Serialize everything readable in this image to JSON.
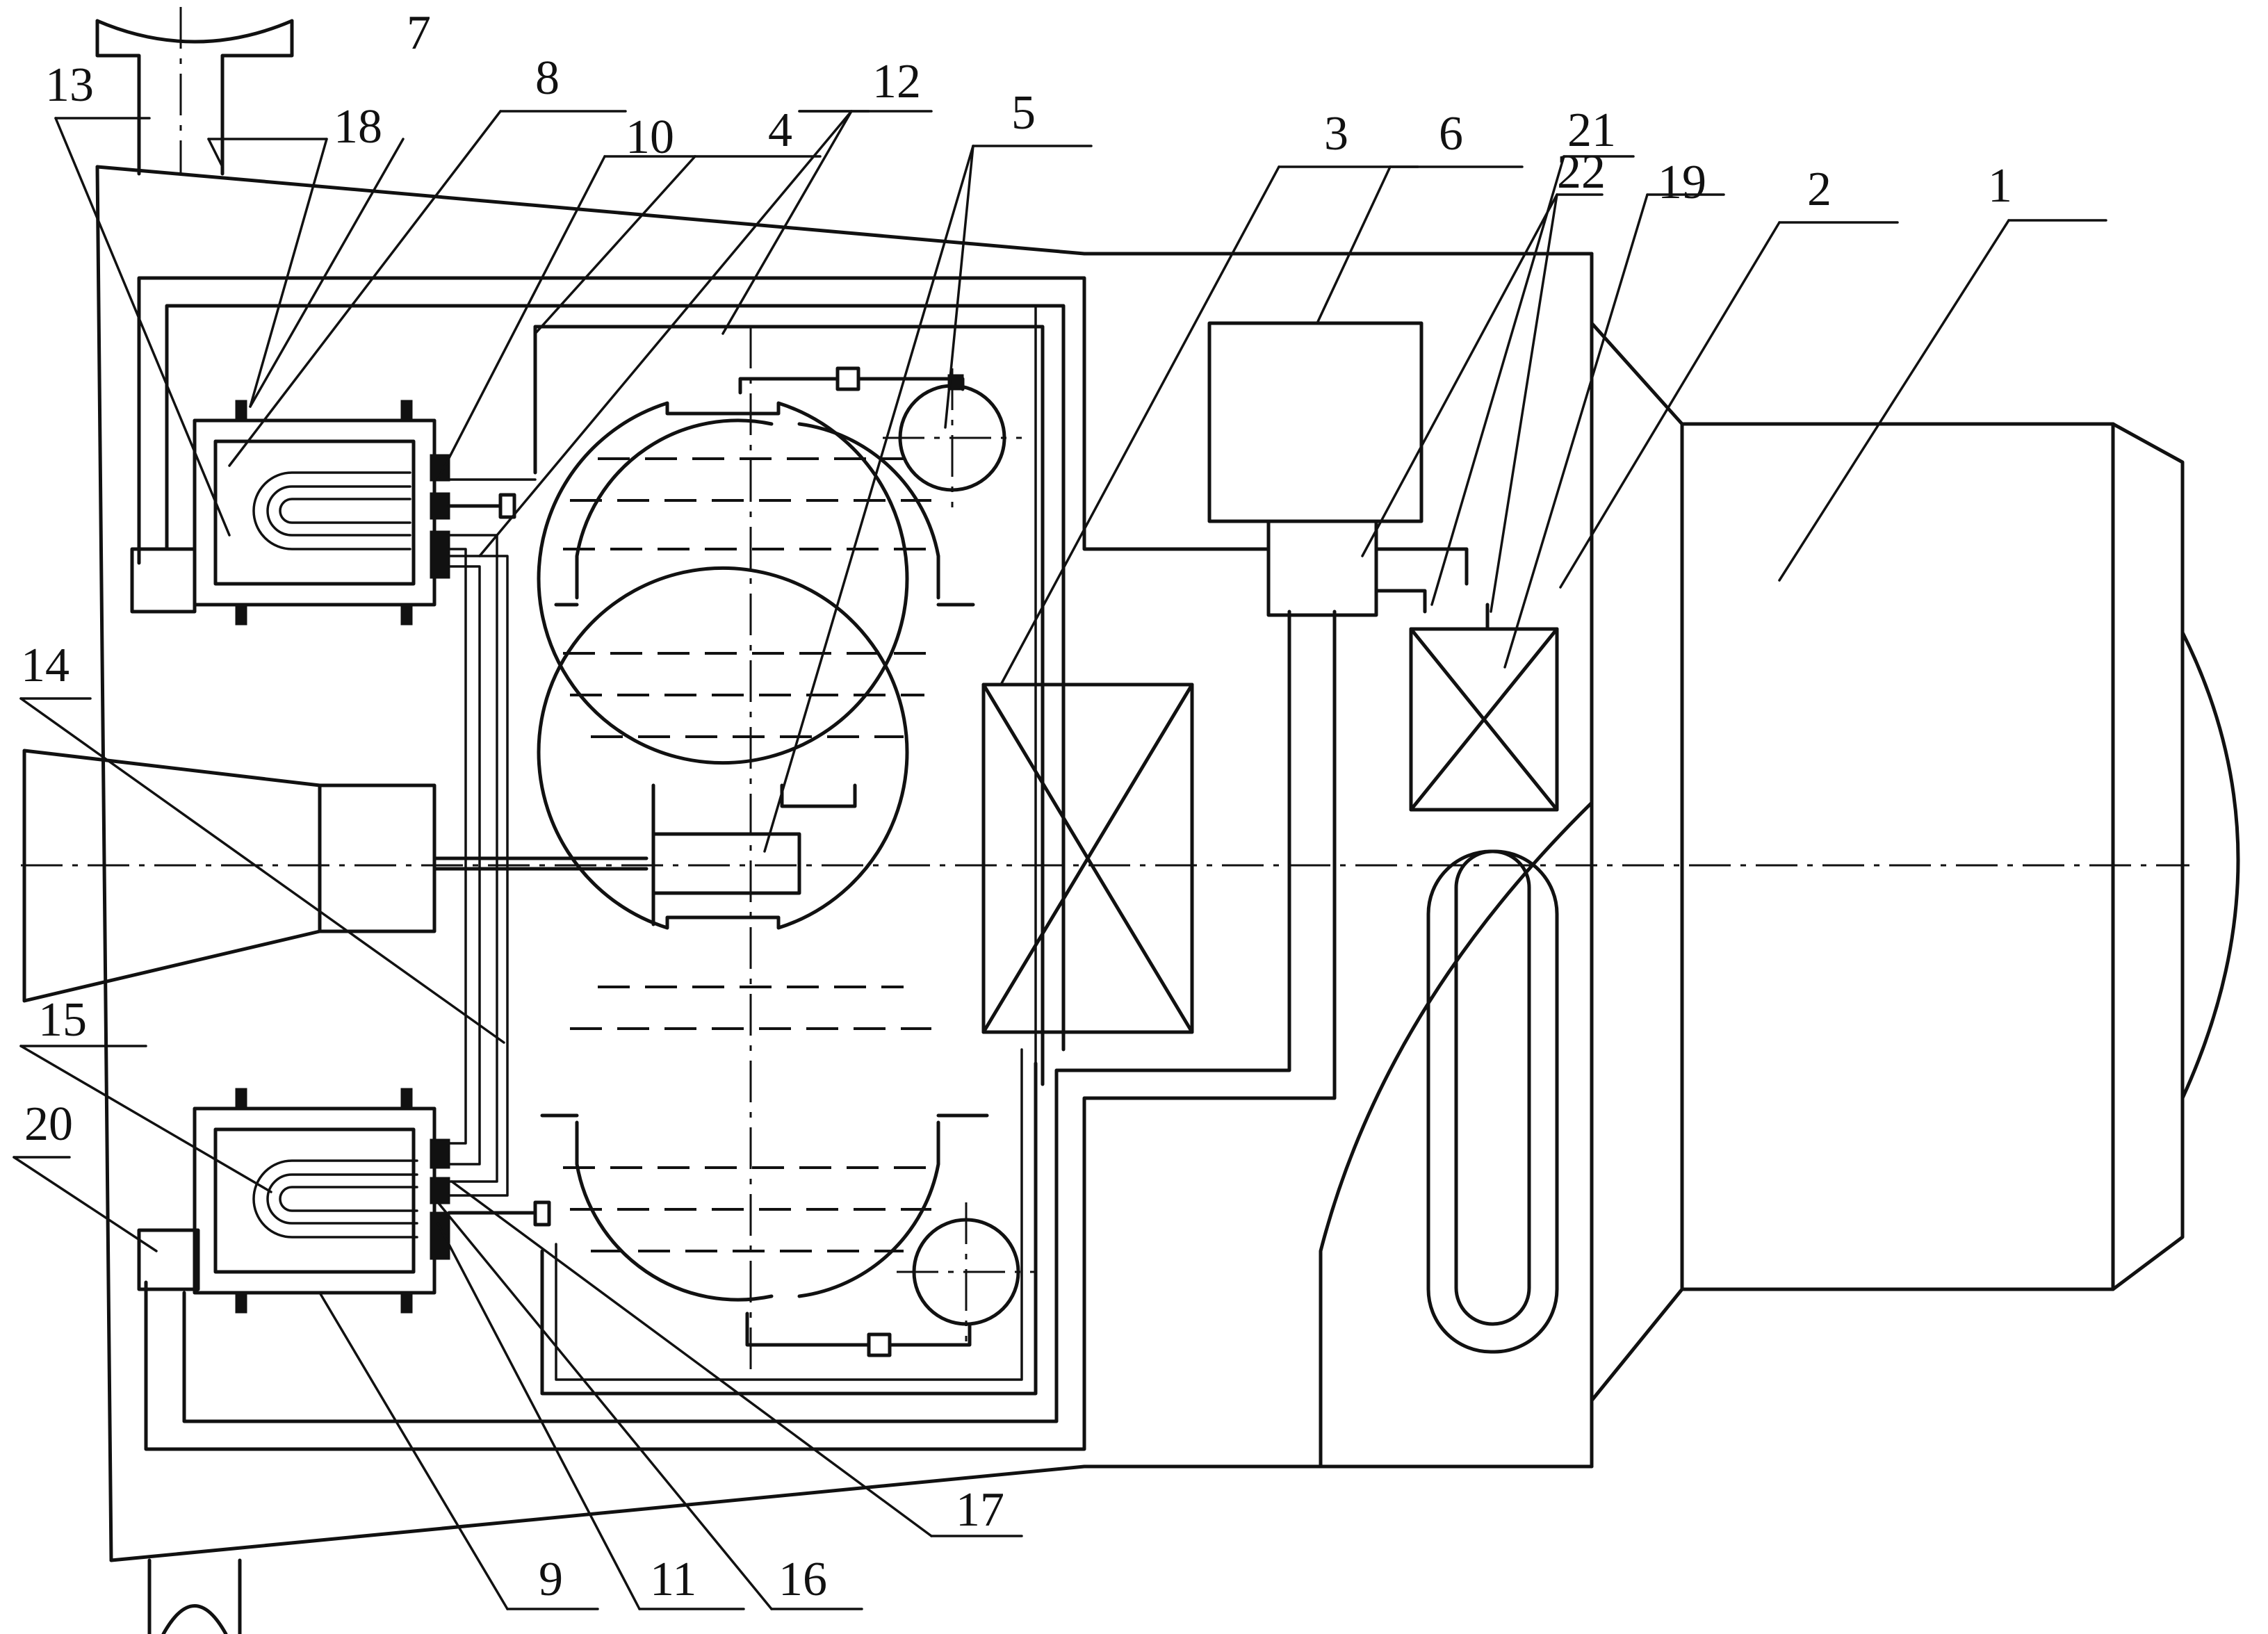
{
  "figure": {
    "labels": [
      {
        "id": "1",
        "text": "1"
      },
      {
        "id": "2",
        "text": "2"
      },
      {
        "id": "3",
        "text": "3"
      },
      {
        "id": "4",
        "text": "4"
      },
      {
        "id": "5",
        "text": "5"
      },
      {
        "id": "6",
        "text": "6"
      },
      {
        "id": "7",
        "text": "7"
      },
      {
        "id": "8",
        "text": "8"
      },
      {
        "id": "9",
        "text": "9"
      },
      {
        "id": "10",
        "text": "10"
      },
      {
        "id": "11",
        "text": "11"
      },
      {
        "id": "12",
        "text": "12"
      },
      {
        "id": "13",
        "text": "13"
      },
      {
        "id": "14",
        "text": "14"
      },
      {
        "id": "15",
        "text": "15"
      },
      {
        "id": "16",
        "text": "16"
      },
      {
        "id": "17",
        "text": "17"
      },
      {
        "id": "18",
        "text": "18"
      },
      {
        "id": "19",
        "text": "19"
      },
      {
        "id": "20",
        "text": "20"
      },
      {
        "id": "21",
        "text": "21"
      },
      {
        "id": "22",
        "text": "22"
      }
    ]
  }
}
